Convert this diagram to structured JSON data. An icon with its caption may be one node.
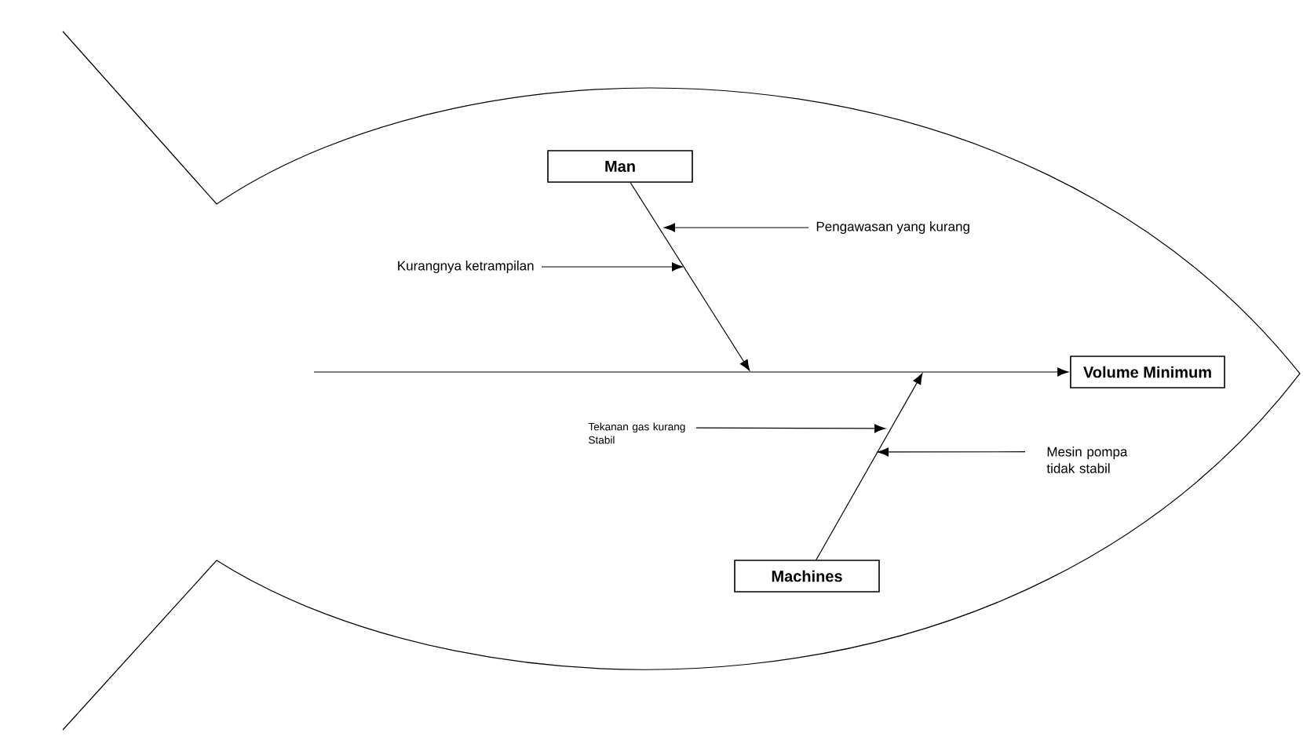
{
  "diagram": {
    "nodes": [
      {
        "text": [
          "Man"
        ]
      },
      {
        "text": [
          "Pengawasan yang kurang"
        ]
      },
      {
        "text": [
          "Kurangnya ketrampilan"
        ]
      },
      {
        "text": [
          "Volume Minimum"
        ]
      },
      {
        "text": [
          "Tekanan gas kurang Stabil"
        ]
      },
      {
        "text": [
          "Mesin pompa tidak stabil"
        ]
      },
      {
        "text": [
          "Machines"
        ]
      }
    ],
    "edges": [
      {
        "from": 0,
        "to": null,
        "arrow": "to"
      },
      {
        "from": 1,
        "to": null,
        "arrow": "to"
      },
      {
        "from": 2,
        "to": null,
        "arrow": "to"
      },
      {
        "from": null,
        "to": 3,
        "arrow": "to"
      },
      {
        "from": 6,
        "to": null,
        "arrow": "to"
      },
      {
        "from": 4,
        "to": null,
        "arrow": "to"
      },
      {
        "from": 5,
        "to": null,
        "arrow": "to"
      }
    ]
  }
}
